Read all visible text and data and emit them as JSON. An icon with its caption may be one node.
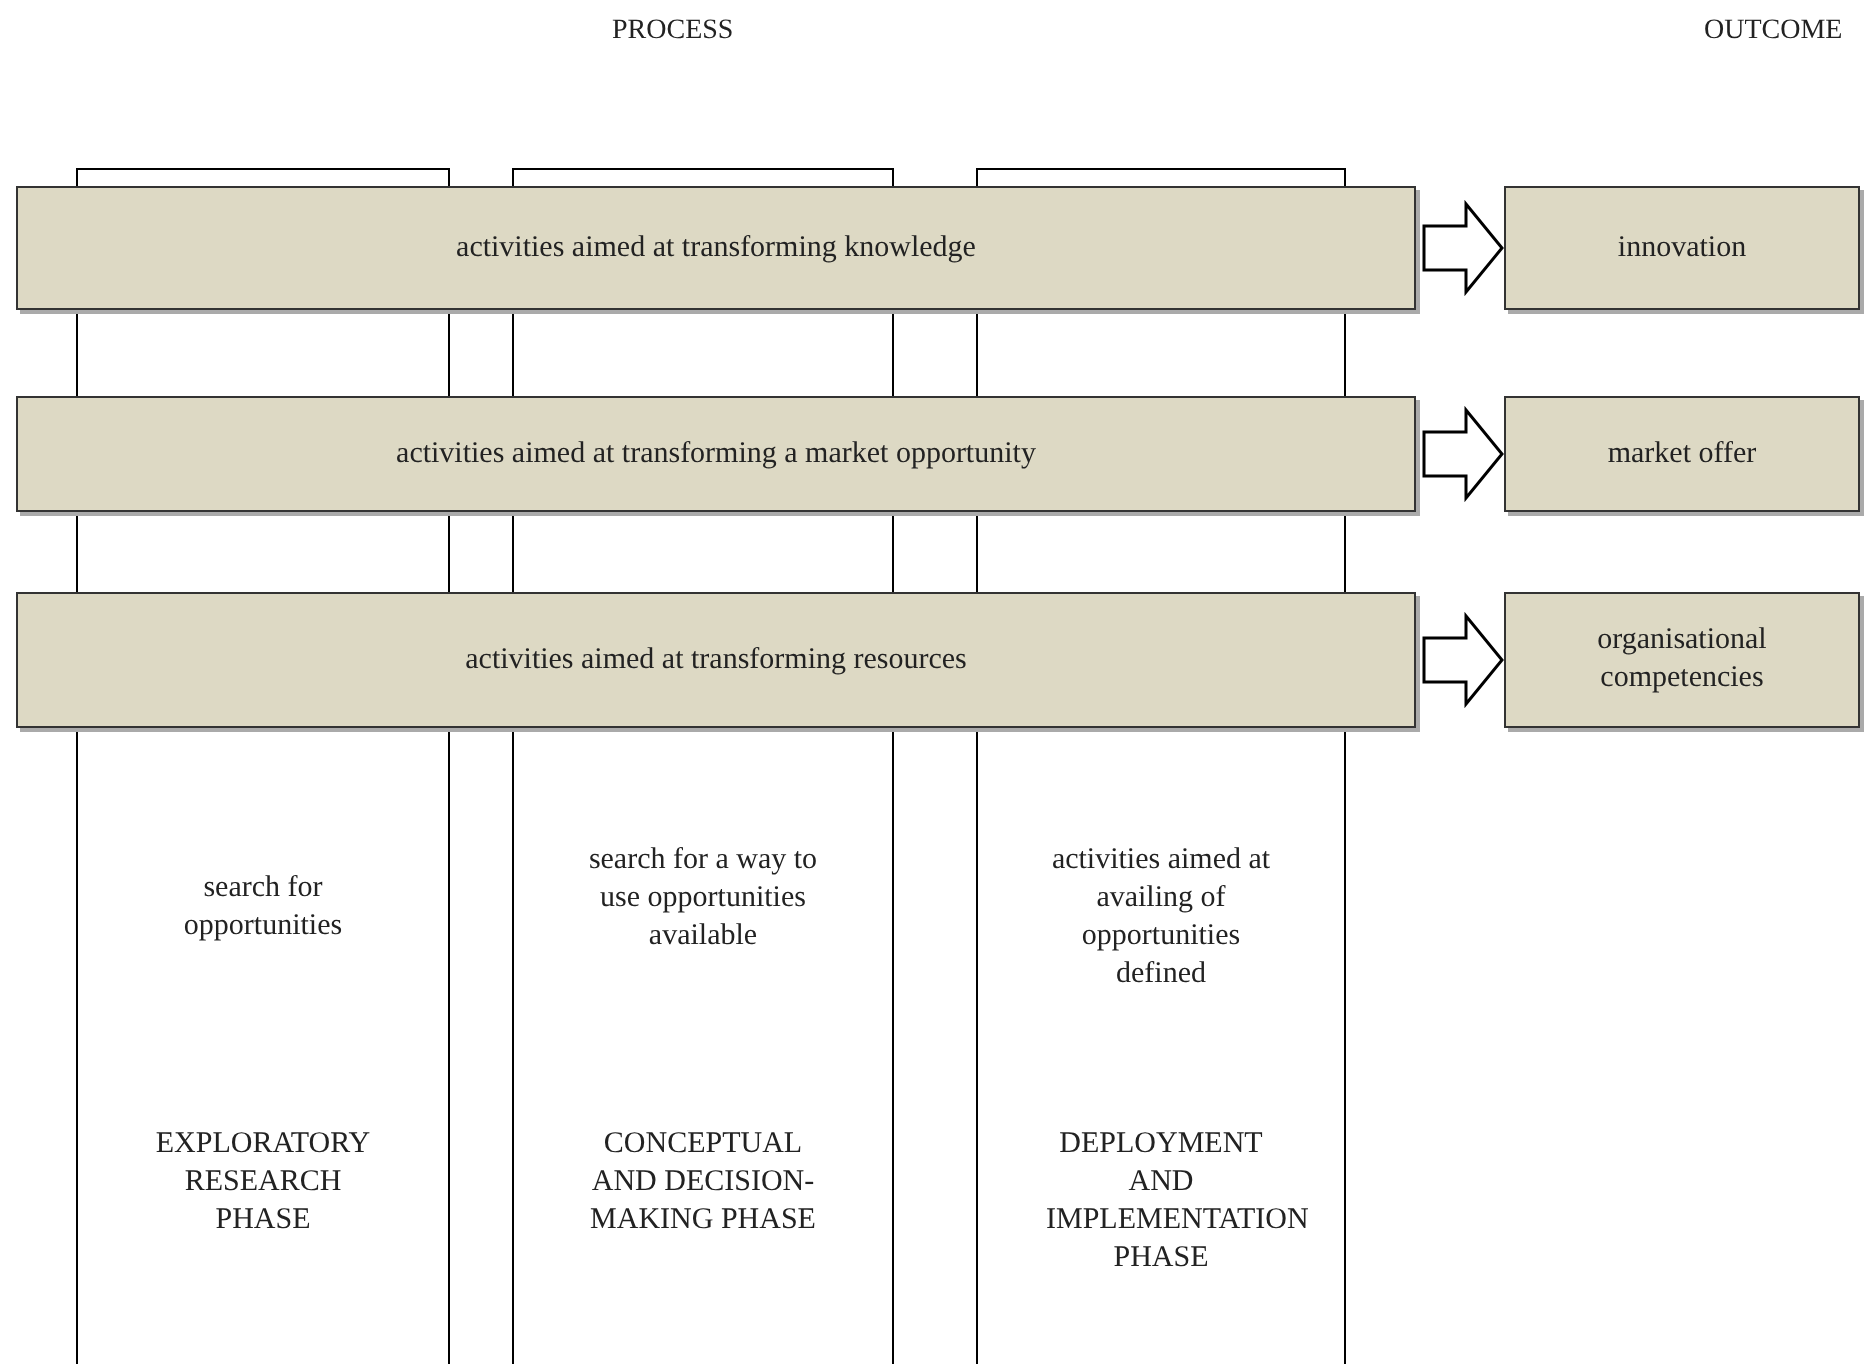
{
  "diagram": {
    "nodes": [
      {
        "text": [
          "search for opportunities",
          "EXPLORATORY RESEARCH PHASE"
        ]
      },
      {
        "text": [
          "search for a way to use opportunities available",
          "CONCEPTUAL AND DECISION-MAKING PHASE"
        ]
      },
      {
        "text": [
          "activities aimed at availing of opportunities defined",
          "DEPLOYMENT AND IMPLEMENTATION PHASE"
        ]
      },
      {
        "text": [
          "activities aimed at transforming knowledge"
        ]
      },
      {
        "text": [
          "innovation"
        ]
      },
      {
        "text": [
          "activities aimed at transforming a market opportunity"
        ]
      },
      {
        "text": [
          "market offer"
        ]
      },
      {
        "text": [
          "activities aimed at transforming resources"
        ]
      },
      {
        "text": [
          "organisational competencies"
        ]
      }
    ],
    "edges": [
      {
        "from": 3,
        "to": 4,
        "arrow": "to"
      },
      {
        "from": 5,
        "to": 6,
        "arrow": "to"
      },
      {
        "from": 7,
        "to": 8,
        "arrow": "to"
      }
    ],
    "labels": [
      "PROCESS",
      "OUTCOME"
    ]
  }
}
